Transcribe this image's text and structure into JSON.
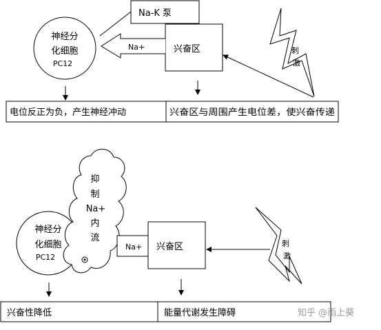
{
  "top": {
    "cell": {
      "line1": "神经分",
      "line2": "化细胞",
      "line3": "PC12"
    },
    "pump_label": "Na-K 泵",
    "na_label": "Na+",
    "excitation_label": "兴奋区",
    "stimulus_label": {
      "line1": "刺",
      "line2": "激"
    },
    "bar_left": "电位反正为负，产生神经冲动",
    "bar_right": "兴奋区与周围产生电位差，使兴奋传递"
  },
  "bottom": {
    "cell": {
      "line1": "神经分",
      "line2": "化细胞",
      "line3": "PC12"
    },
    "cloud_lines": [
      "抑",
      "制",
      "Na+",
      "内",
      "流"
    ],
    "na_label": "Na+",
    "excitation_label": "兴奋区",
    "stimulus_label": {
      "line1": "刺",
      "line2": "激"
    },
    "bar_left": "兴奋性降低",
    "bar_right": "能量代谢发生障碍"
  },
  "watermark": "知乎 @雨上葵",
  "colors": {
    "stroke": "#000000",
    "background": "#ffffff",
    "watermark": "#9a9a9a"
  }
}
